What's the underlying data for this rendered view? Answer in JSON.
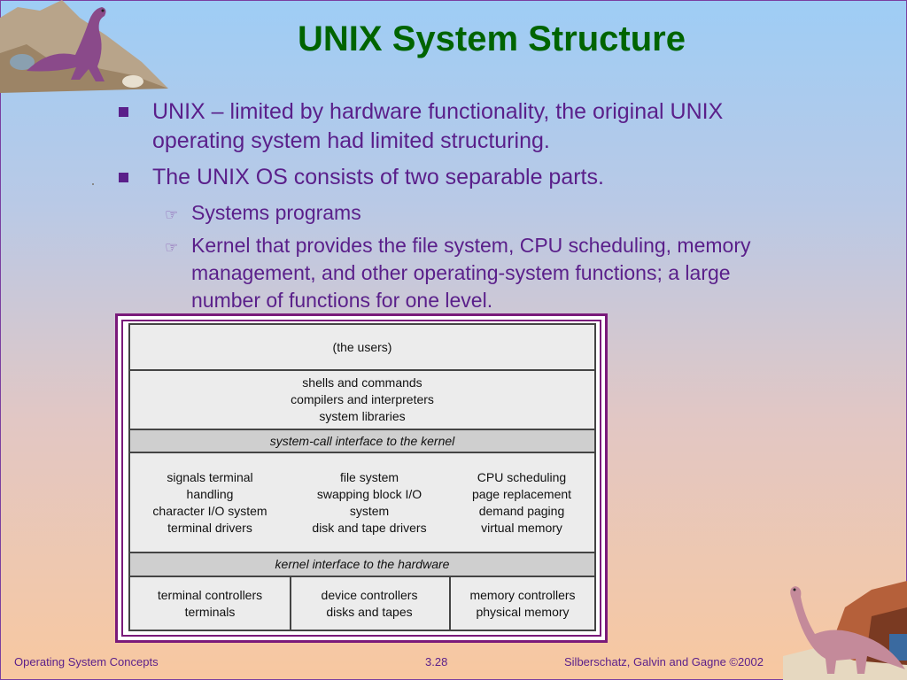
{
  "slide": {
    "title": "UNIX System Structure",
    "bullets": [
      "UNIX – limited by hardware functionality, the original UNIX operating system had limited structuring.",
      "The UNIX OS consists of two separable parts."
    ],
    "sub_bullets": [
      "Systems programs",
      "Kernel that provides the file system, CPU scheduling, memory management, and other operating-system functions; a large number of functions for one level."
    ]
  },
  "diagram": {
    "users": "(the users)",
    "shells": [
      "shells and commands",
      "compilers and interpreters",
      "system libraries"
    ],
    "syscall": "system-call interface to the kernel",
    "kernel": {
      "left": [
        "signals terminal",
        "handling",
        "character I/O system",
        "terminal drivers"
      ],
      "middle": [
        "file system",
        "swapping block I/O",
        "system",
        "disk and tape drivers"
      ],
      "right": [
        "CPU scheduling",
        "page replacement",
        "demand paging",
        "virtual memory"
      ]
    },
    "hw_interface": "kernel interface to the hardware",
    "controllers": {
      "left": [
        "terminal controllers",
        "terminals"
      ],
      "middle": [
        "device controllers",
        "disks and tapes"
      ],
      "right": [
        "memory controllers",
        "physical memory"
      ]
    }
  },
  "footer": {
    "left": "Operating System Concepts",
    "page": "3.28",
    "right": "Silberschatz, Galvin and  Gagne ©2002"
  },
  "colors": {
    "title": "#006400",
    "text": "#5a1f8a",
    "frame": "#7a1a7a"
  }
}
